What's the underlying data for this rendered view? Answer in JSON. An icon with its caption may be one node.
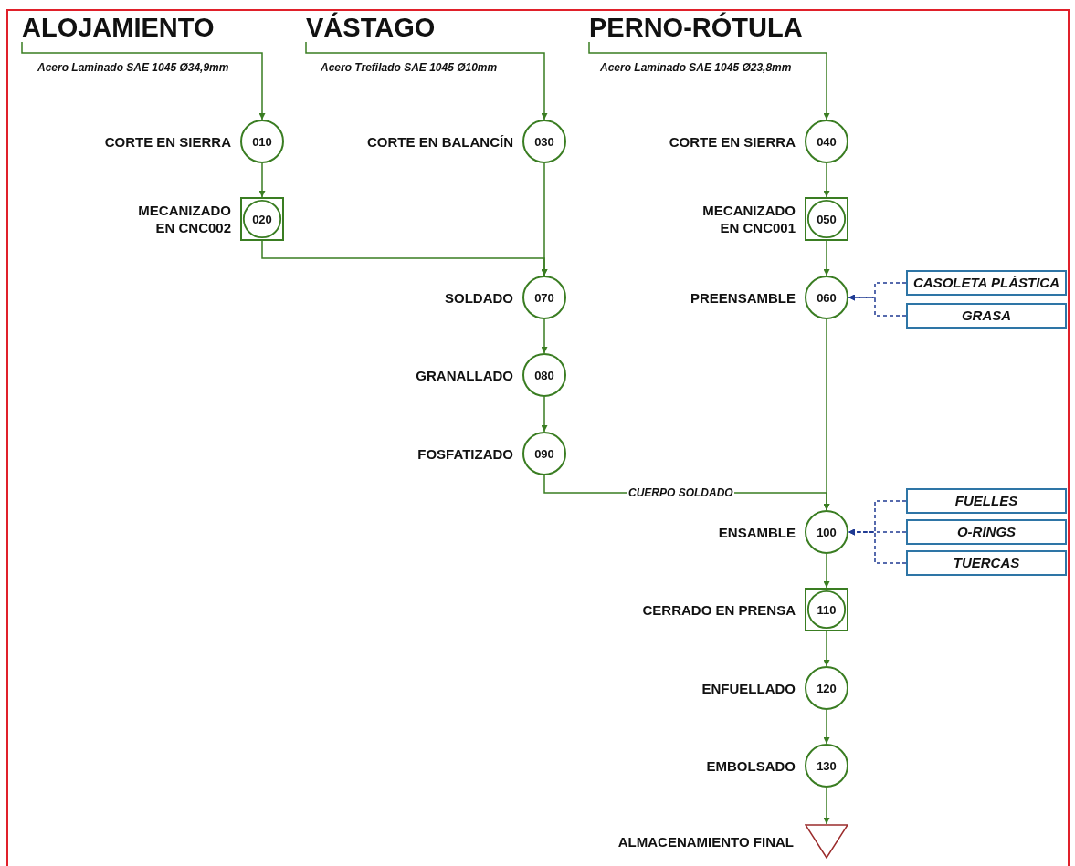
{
  "diagram": {
    "nodes": [
      {
        "text": [
          "ALOJAMIENTO"
        ]
      },
      {
        "text": [
          "VÁSTAGO"
        ]
      },
      {
        "text": [
          "PERNO-RÓTULA"
        ]
      },
      {
        "text": [
          "010"
        ],
        "beside": [
          "CORTE EN SIERRA"
        ]
      },
      {
        "text": [
          "030"
        ],
        "beside": [
          "CORTE EN BALANCÍN"
        ]
      },
      {
        "text": [
          "040"
        ],
        "beside": [
          "CORTE EN SIERRA"
        ]
      },
      {
        "text": [
          "020"
        ],
        "beside": [
          "MECANIZADO EN CNC002"
        ]
      },
      {
        "text": [
          "050"
        ],
        "beside": [
          "MECANIZADO EN CNC001"
        ]
      },
      {
        "text": [
          "070"
        ],
        "beside": [
          "SOLDADO"
        ]
      },
      {
        "text": [
          "060"
        ],
        "beside": [
          "PREENSAMBLE"
        ]
      },
      {
        "text": [
          "CASOLETA PLÁSTICA"
        ]
      },
      {
        "text": [
          "GRASA"
        ]
      },
      {
        "text": [
          "080"
        ],
        "beside": [
          "GRANALLADO"
        ]
      },
      {
        "text": [
          "090"
        ],
        "beside": [
          "FOSFATIZADO"
        ]
      },
      {
        "text": [
          "100"
        ],
        "beside": [
          "ENSAMBLE"
        ]
      },
      {
        "text": [
          "FUELLES"
        ]
      },
      {
        "text": [
          "O-RINGS"
        ]
      },
      {
        "text": [
          "TUERCAS"
        ]
      },
      {
        "text": [
          "110"
        ],
        "beside": [
          "CERRADO EN PRENSA"
        ]
      },
      {
        "text": [
          "120"
        ],
        "beside": [
          "ENFUELLADO"
        ]
      },
      {
        "text": [
          "130"
        ],
        "beside": [
          "EMBOLSADO"
        ]
      },
      {
        "text": [],
        "shape": "triangle",
        "beside": [
          "ALMACENAMIENTO FINAL"
        ]
      }
    ],
    "edges": [
      {
        "from": 0,
        "to": 3,
        "arrow": "to",
        "label": "Acero Laminado SAE 1045 Ø34,9mm"
      },
      {
        "from": 3,
        "to": 6,
        "arrow": "to"
      },
      {
        "from": 6,
        "to": 8,
        "arrow": "to"
      },
      {
        "from": 1,
        "to": 4,
        "arrow": "to",
        "label": "Acero Trefilado SAE 1045 Ø10mm"
      },
      {
        "from": 4,
        "to": 8,
        "arrow": "to"
      },
      {
        "from": 8,
        "to": 12,
        "arrow": "to"
      },
      {
        "from": 12,
        "to": 13,
        "arrow": "to"
      },
      {
        "from": 13,
        "to": 14,
        "arrow": "to",
        "label": "CUERPO SOLDADO"
      },
      {
        "from": 2,
        "to": 5,
        "arrow": "to",
        "label": "Acero Laminado SAE 1045 Ø23,8mm"
      },
      {
        "from": 5,
        "to": 7,
        "arrow": "to"
      },
      {
        "from": 7,
        "to": 9,
        "arrow": "to"
      },
      {
        "from": 10,
        "to": 9,
        "arrow": "to",
        "style": "dashed",
        "color": "#1f3a93"
      },
      {
        "from": 11,
        "to": 9,
        "arrow": "to",
        "style": "dashed",
        "color": "#1f3a93"
      },
      {
        "from": 9,
        "to": 14,
        "arrow": "to"
      },
      {
        "from": 15,
        "to": 14,
        "arrow": "to",
        "style": "dashed",
        "color": "#1f3a93"
      },
      {
        "from": 16,
        "to": 14,
        "arrow": "to",
        "style": "dashed",
        "color": "#1f3a93"
      },
      {
        "from": 17,
        "to": 14,
        "arrow": "to",
        "style": "dashed",
        "color": "#1f3a93"
      },
      {
        "from": 14,
        "to": 18,
        "arrow": "to"
      },
      {
        "from": 18,
        "to": 19,
        "arrow": "to"
      },
      {
        "from": 19,
        "to": 20,
        "arrow": "to"
      },
      {
        "from": 20,
        "to": 21,
        "arrow": "to"
      }
    ]
  }
}
